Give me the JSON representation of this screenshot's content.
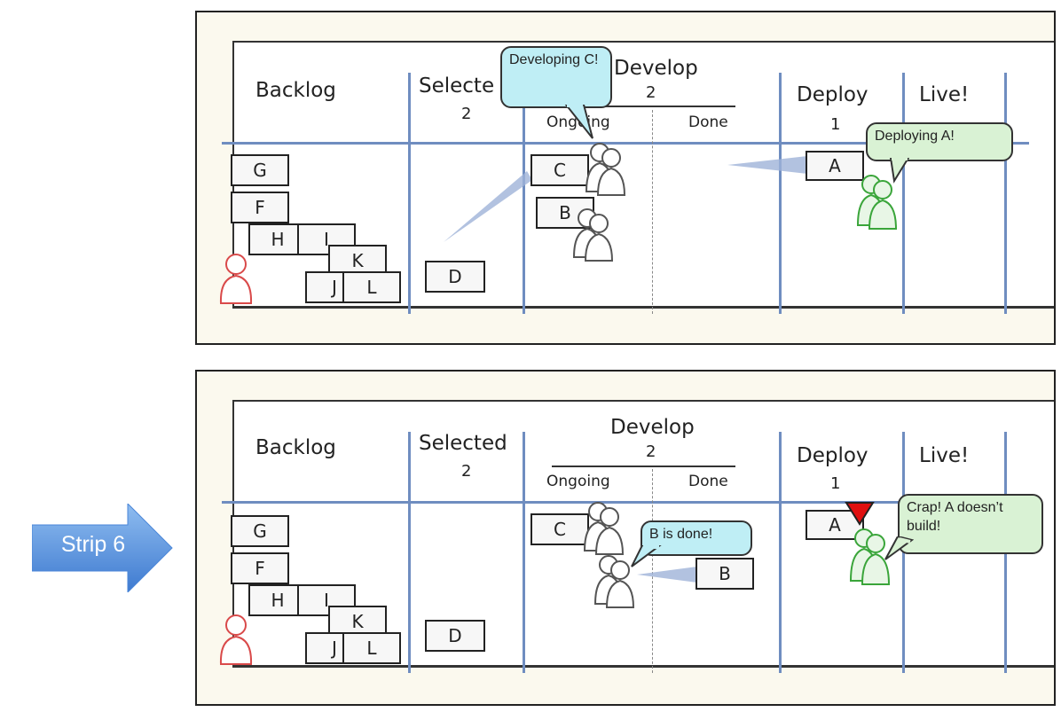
{
  "strips": [
    {
      "columns": {
        "backlog": "Backlog",
        "selected": "Selecte",
        "selected_limit": "2",
        "develop": "Develop",
        "develop_limit": "2",
        "ongoing": "Ongoing",
        "done": "Done",
        "deploy": "Deploy",
        "deploy_limit": "1",
        "live": "Live!"
      },
      "cards": {
        "g": "G",
        "f": "F",
        "h": "H",
        "i": "I",
        "k": "K",
        "j": "J",
        "l": "L",
        "d": "D",
        "c": "C",
        "b": "B",
        "a": "A"
      },
      "bubbles": {
        "developing": "Developing C!",
        "deploying": "Deploying A!"
      }
    },
    {
      "columns": {
        "backlog": "Backlog",
        "selected": "Selected",
        "selected_limit": "2",
        "develop": "Develop",
        "develop_limit": "2",
        "ongoing": "Ongoing",
        "done": "Done",
        "deploy": "Deploy",
        "deploy_limit": "1",
        "live": "Live!"
      },
      "cards": {
        "g": "G",
        "f": "F",
        "h": "H",
        "i": "I",
        "k": "K",
        "j": "J",
        "l": "L",
        "d": "D",
        "c": "C",
        "b": "B",
        "a": "A"
      },
      "bubbles": {
        "b_done": "B is done!",
        "crap": "Crap! A doesn’t build!"
      }
    }
  ],
  "arrow_label": "Strip 6",
  "colors": {
    "board_line": "#6f8dc0",
    "bubble_blue": "#bfeef5",
    "bubble_green": "#d9f2d4",
    "person_red": "#d94a4a",
    "person_green": "#3aa53a",
    "person_gray": "#555555",
    "arrow_blue": "#4a86d8",
    "error_flag": "#e01010"
  }
}
